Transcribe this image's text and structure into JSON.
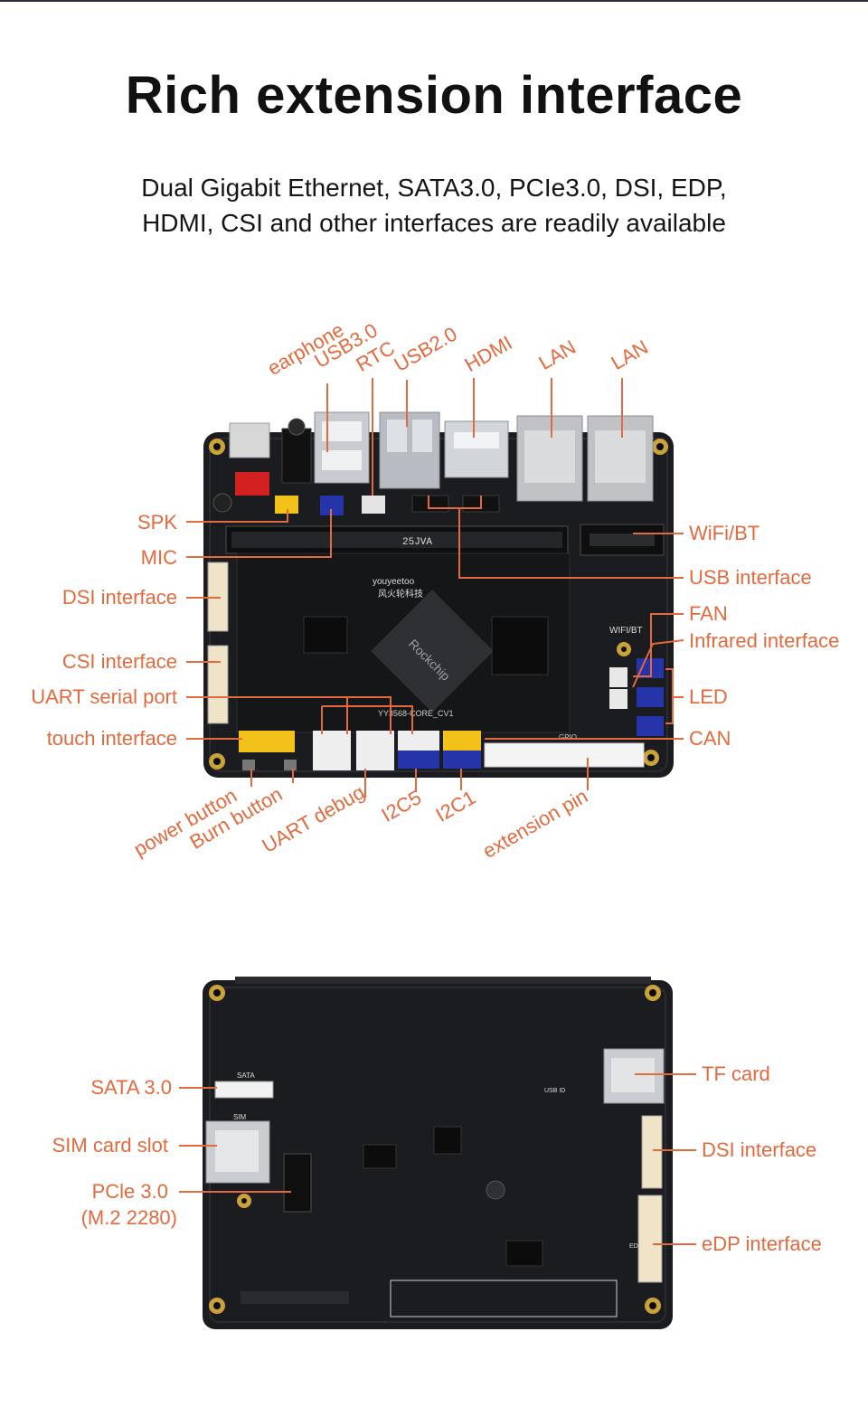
{
  "heading": {
    "title": "Rich extension interface",
    "subtitle_line1": "Dual Gigabit Ethernet, SATA3.0, PCIe3.0, DSI, EDP,",
    "subtitle_line2": "HDMI, CSI and other interfaces are readily available"
  },
  "top_board": {
    "top_labels": {
      "earphone": "earphone",
      "usb30": "USB3.0",
      "rtc": "RTC",
      "usb20": "USB2.0",
      "hdmi": "HDMI",
      "lan1": "LAN",
      "lan2": "LAN"
    },
    "left_labels": {
      "spk": "SPK",
      "mic": "MIC",
      "dsi": "DSI interface",
      "csi": "CSI interface",
      "uart": "UART serial port",
      "touch": "touch interface"
    },
    "right_labels": {
      "wifi": "WiFi/BT",
      "usb_interface": "USB interface",
      "fan": "FAN",
      "infrared": "Infrared interface",
      "led": "LED",
      "can": "CAN"
    },
    "bottom_labels": {
      "power_button": "power button",
      "burn_button": "Burn button",
      "uart_debug": "UART debug",
      "i2c5": "I2C5",
      "i2c1": "I2C1",
      "extension_pin": "extension pin"
    },
    "silkscreen": {
      "brand": "youyeetoo",
      "brand_cn": "风火轮科技",
      "module": "YY3568-CORE_CV1",
      "chip": "Rockchip",
      "slot_code": "25JVA",
      "wifi_bt": "WIFI/BT",
      "gpio": "GPIO"
    }
  },
  "bottom_board": {
    "left_labels": {
      "sata": "SATA 3.0",
      "sim": "SIM card slot",
      "pcie_line1": "PCle 3.0",
      "pcie_line2": "(M.2 2280)"
    },
    "right_labels": {
      "tf": "TF card",
      "dsi": "DSI interface",
      "edp": "eDP interface"
    },
    "silkscreen": {
      "sata": "SATA",
      "sim": "SIM",
      "usb_id": "USB ID",
      "edp": "EDP"
    }
  },
  "colors": {
    "accent": "#e36a3e",
    "pcb": "#1b1c1f",
    "title": "#111111"
  }
}
